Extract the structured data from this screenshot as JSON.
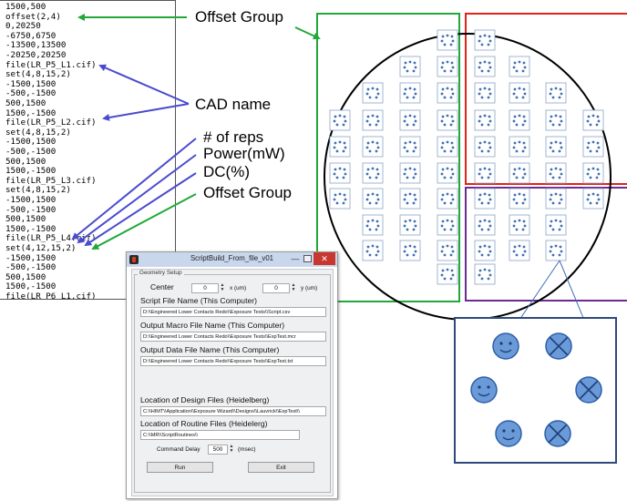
{
  "code": {
    "lines": [
      "1500,500",
      "offset(2,4)",
      "0,20250",
      "-6750,6750",
      "-13500,13500",
      "-20250,20250",
      "file(LR_P5_L1.cif)",
      "set(4,8,15,2)",
      "-1500,1500",
      "-500,-1500",
      "500,1500",
      "1500,-1500",
      "file(LR_P5_L2.cif)",
      "set(4,8,15,2)",
      "-1500,1500",
      "-500,-1500",
      "500,1500",
      "1500,-1500",
      "file(LR_P5_L3.cif)",
      "set(4,8,15,2)",
      "-1500,1500",
      "-500,-1500",
      "500,1500",
      "1500,-1500",
      "file(LR_P5_L4.cif)",
      "set(4,12,15,2)",
      "-1500,1500",
      "-500,-1500",
      "500,1500",
      "1500,-1500",
      "file(LR_P6_L1.cif)"
    ]
  },
  "annotations": {
    "offset_group_top": "Offset Group",
    "cad_name": "CAD name",
    "num_reps": "# of reps",
    "power": "Power(mW)",
    "dc": "DC(%)",
    "offset_group_bottom": "Offset Group"
  },
  "colors": {
    "green": "#22a83a",
    "blue": "#4a4ad0",
    "red": "#e2231a",
    "purple": "#6a2c91",
    "navy": "#2e4a7a",
    "die_dot": "#3f6fb5",
    "die_border": "#8aa4c8",
    "smiley_fill": "#6a9ad8",
    "smiley_stroke": "#2e5ea8"
  },
  "dialog": {
    "title": "ScriptBuild_From_file_v01",
    "minimize_glyph": "—",
    "close_glyph": "✕",
    "group_label": "Geometry Setup",
    "center_label": "Center",
    "center_x": "0",
    "x_unit": "x (um)",
    "center_y": "0",
    "y_unit": "y (um)",
    "spin_up": "▲",
    "spin_down": "▼",
    "script_label": "Script File Name (This Computer)",
    "script_path": "D:\\\\Engineered Lower Contacts Redo\\\\Exposure Tests\\\\Script.csv",
    "macro_label": "Output Macro File Name (This Computer)",
    "macro_path": "D:\\\\Engineered Lower Contacts Redo\\\\Exposure Tests\\\\ExpTest.mcr",
    "data_label": "Output Data File Name (This Computer)",
    "data_path": "D:\\\\Engineered Lower Contacts Redo\\\\Exposure Tests\\\\ExpTest.txt",
    "design_label": "Location of Design Files (Heidelberg)",
    "design_path": "C:\\\\HIMT\\\\Application\\\\Exposure Wizard\\\\Designs\\\\Lauvrick\\\\ExpTest\\\\",
    "routine_label": "Location of Routine Files (Heidelerg)",
    "routine_path": "C:\\\\MR\\\\ScriptRoutines\\\\",
    "delay_label": "Command Delay",
    "delay_value": "500",
    "delay_unit": "(msec)",
    "run": "Run",
    "exit": "Exit"
  }
}
